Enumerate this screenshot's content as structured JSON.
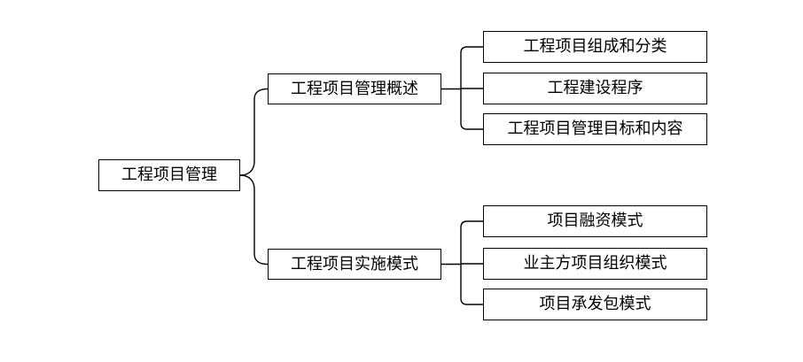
{
  "root": {
    "label": "工程项目管理"
  },
  "branches": [
    {
      "label": "工程项目管理概述",
      "children": [
        "工程项目组成和分类",
        "工程建设程序",
        "工程项目管理目标和内容"
      ]
    },
    {
      "label": "工程项目实施模式",
      "children": [
        "项目融资模式",
        "业主方项目组织模式",
        "项目承发包模式"
      ]
    }
  ],
  "colors": {
    "line": "#000000",
    "background": "#ffffff"
  }
}
